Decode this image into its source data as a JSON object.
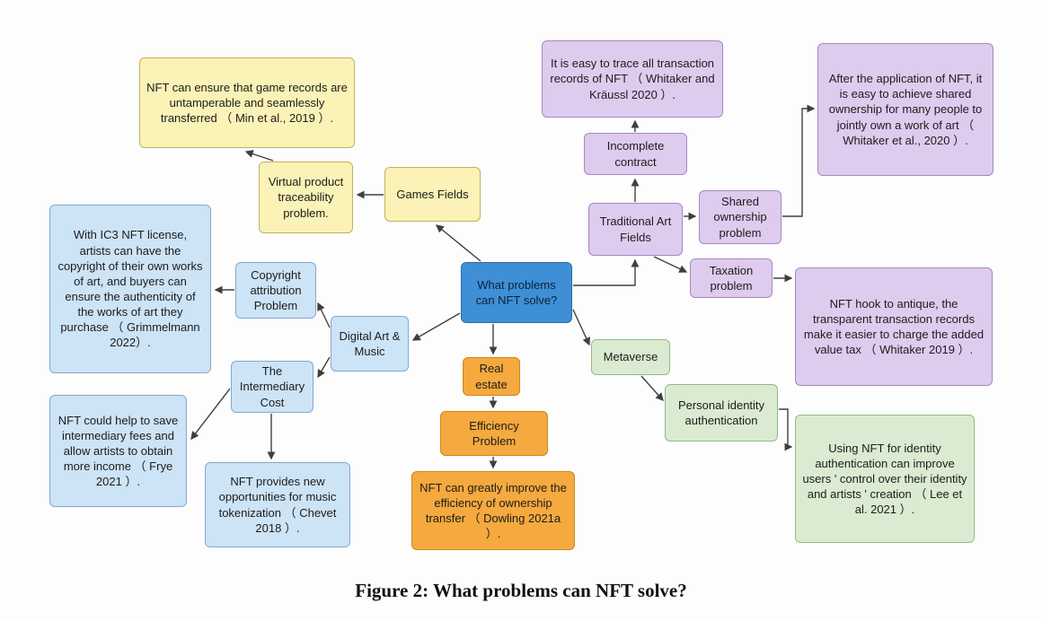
{
  "figure_caption": "Figure 2: What problems can NFT solve?",
  "colors": {
    "center_blue_fill": "#3e8fd6",
    "yellow_fill": "#faf2b6",
    "blue_fill": "#cde3f6",
    "orange_fill": "#f5a93e",
    "purple_fill": "#dfcbee",
    "green_fill": "#daebd1",
    "arrow_stroke": "#3f3f3f"
  },
  "nodes": {
    "center": {
      "label": "What problems can NFT solve?"
    },
    "games_fields": {
      "label": "Games Fields"
    },
    "virtual_product": {
      "label": "Virtual product traceability problem."
    },
    "game_records": {
      "label": "NFT can ensure that game records are untamperable and seamlessly transferred （ Min et al., 2019 ）."
    },
    "digital_art_music": {
      "label": "Digital Art & Music"
    },
    "copyright_attribution": {
      "label": "Copyright attribution Problem"
    },
    "ic3_license": {
      "label": "With IC3 NFT license, artists can have the copyright of their own works of art, and buyers can ensure the authenticity of the works of art they purchase （ Grimmelmann 2022）."
    },
    "intermediary_cost": {
      "label": "The Intermediary Cost"
    },
    "save_fees": {
      "label": "NFT could help to save intermediary fees and allow artists to obtain more income （ Frye 2021 ）."
    },
    "music_tokenization": {
      "label": "NFT provides new opportunities for music tokenization （ Chevet 2018 ）."
    },
    "real_estate": {
      "label": "Real estate"
    },
    "efficiency_problem": {
      "label": "Efficiency Problem"
    },
    "ownership_transfer": {
      "label": "NFT can greatly improve the efficiency of ownership transfer （ Dowling 2021a ）."
    },
    "traditional_art_fields": {
      "label": "Traditional Art Fields"
    },
    "incomplete_contract": {
      "label": "Incomplete contract"
    },
    "trace_records": {
      "label": "It is easy to trace all transaction records of NFT （ Whitaker and Kräussl 2020 ）."
    },
    "shared_ownership": {
      "label": "Shared ownership problem"
    },
    "shared_ownership_detail": {
      "label": "After the application of NFT, it is easy to achieve shared ownership for many people to jointly own a work of art （ Whitaker et al., 2020 ）."
    },
    "taxation_problem": {
      "label": "Taxation problem"
    },
    "taxation_detail": {
      "label": "NFT hook to antique, the transparent transaction records make it easier to charge the added value tax （ Whitaker 2019 ）."
    },
    "metaverse": {
      "label": "Metaverse"
    },
    "personal_identity": {
      "label": "Personal identity authentication"
    },
    "identity_detail": {
      "label": "Using NFT for identity authentication can improve users ' control over their identity and artists ' creation （ Lee et al. 2021 ）."
    }
  },
  "edges": [
    {
      "from": "center",
      "to": "games_fields"
    },
    {
      "from": "games_fields",
      "to": "virtual_product"
    },
    {
      "from": "virtual_product",
      "to": "game_records"
    },
    {
      "from": "center",
      "to": "digital_art_music"
    },
    {
      "from": "digital_art_music",
      "to": "copyright_attribution"
    },
    {
      "from": "copyright_attribution",
      "to": "ic3_license"
    },
    {
      "from": "digital_art_music",
      "to": "intermediary_cost"
    },
    {
      "from": "intermediary_cost",
      "to": "save_fees"
    },
    {
      "from": "intermediary_cost",
      "to": "music_tokenization"
    },
    {
      "from": "center",
      "to": "real_estate"
    },
    {
      "from": "real_estate",
      "to": "efficiency_problem"
    },
    {
      "from": "efficiency_problem",
      "to": "ownership_transfer"
    },
    {
      "from": "center",
      "to": "traditional_art_fields"
    },
    {
      "from": "traditional_art_fields",
      "to": "incomplete_contract"
    },
    {
      "from": "incomplete_contract",
      "to": "trace_records"
    },
    {
      "from": "traditional_art_fields",
      "to": "shared_ownership"
    },
    {
      "from": "shared_ownership",
      "to": "shared_ownership_detail"
    },
    {
      "from": "traditional_art_fields",
      "to": "taxation_problem"
    },
    {
      "from": "taxation_problem",
      "to": "taxation_detail"
    },
    {
      "from": "center",
      "to": "metaverse"
    },
    {
      "from": "metaverse",
      "to": "personal_identity"
    },
    {
      "from": "personal_identity",
      "to": "identity_detail"
    }
  ]
}
